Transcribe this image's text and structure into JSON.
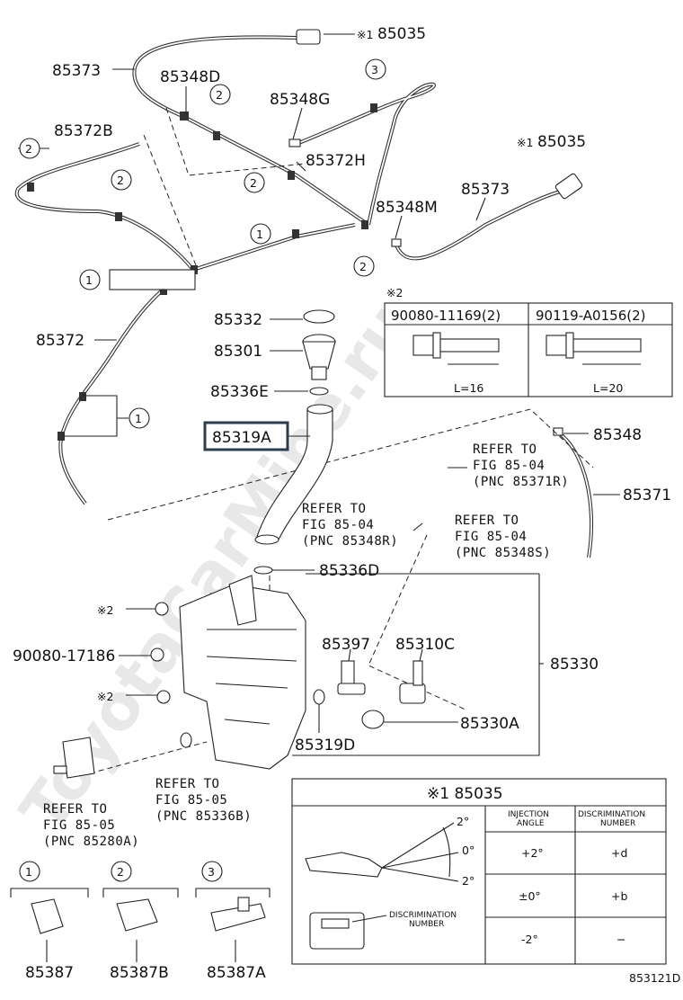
{
  "watermark": "ToyotaCarMine.ru",
  "diagram_code": "853121D",
  "note_symbol_1": "※1",
  "note_symbol_2": "※2",
  "parts": {
    "p85035_top": "85035",
    "p85373_a": "85373",
    "p85348D": "85348D",
    "p85348G": "85348G",
    "p85372B": "85372B",
    "p85372H": "85372H",
    "p85035_right": "85035",
    "p85373_b": "85373",
    "p85348M": "85348M",
    "p85372": "85372",
    "p85332": "85332",
    "p85301": "85301",
    "p85336E": "85336E",
    "p85319A": "85319A",
    "p85348": "85348",
    "p85371": "85371",
    "p85336D": "85336D",
    "p90080_17186": "90080-17186",
    "p85397": "85397",
    "p85310C": "85310C",
    "p85330": "85330",
    "p85330A": "85330A",
    "p85319D": "85319D",
    "p85387": "85387",
    "p85387B": "85387B",
    "p85387A": "85387A"
  },
  "clip_numbers": [
    "1",
    "2",
    "3"
  ],
  "refs": {
    "ref1": [
      "REFER TO",
      "FIG 85-04",
      "(PNC 85371R)"
    ],
    "ref2": [
      "REFER TO",
      "FIG 85-04",
      "(PNC 85348R)"
    ],
    "ref3": [
      "REFER TO",
      "FIG 85-04",
      "(PNC 85348S)"
    ],
    "ref4": [
      "REFER TO",
      "FIG 85-05",
      "(PNC 85336B)"
    ],
    "ref5": [
      "REFER TO",
      "FIG 85-05",
      "(PNC 85280A)"
    ]
  },
  "bolt_table": {
    "title": "※2",
    "col1": "90080-11169(2)",
    "col2": "90119-A0156(2)",
    "len1": "L=16",
    "len2": "L=20"
  },
  "nozzle_table": {
    "title": "※1 85035",
    "h1": "INJECTION\nANGLE",
    "h1a": "INJECTION",
    "h1b": "ANGLE",
    "h2a": "DISCRIMINATION",
    "h2b": "NUMBER",
    "rows": [
      {
        "angle": "+2°",
        "num": "+d"
      },
      {
        "angle": "±0°",
        "num": "+b"
      },
      {
        "angle": "-2°",
        "num": "−"
      }
    ],
    "angle_top": "2°",
    "angle_mid": "0°",
    "angle_bot": "2°",
    "discr_label_a": "DISCRIMINATION",
    "discr_label_b": "NUMBER"
  }
}
